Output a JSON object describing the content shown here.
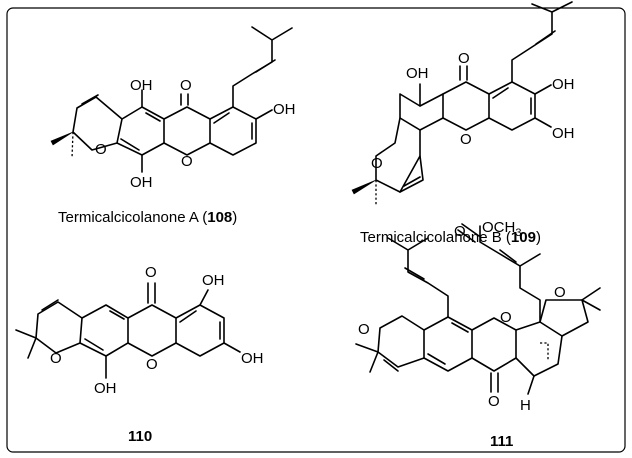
{
  "compounds": [
    {
      "name": "Termicalcicolanone A",
      "number": "108"
    },
    {
      "name": "Termicalcicolanone B",
      "number": "109"
    },
    {
      "name": "",
      "number": "110"
    },
    {
      "name": "",
      "number": "111"
    }
  ],
  "atoms": {
    "oh": "OH",
    "o": "O",
    "h": "H",
    "ester": "OCH",
    "ester_sub": "3"
  },
  "caption_open": "(",
  "caption_close": ")"
}
